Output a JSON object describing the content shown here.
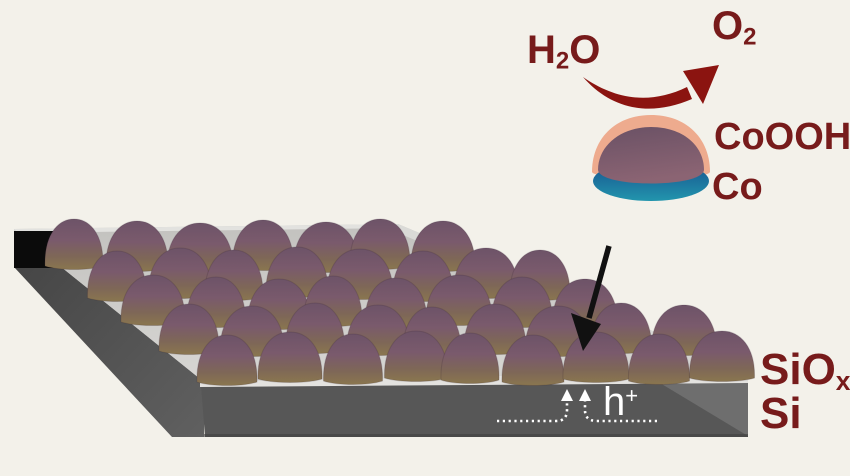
{
  "scene": {
    "title": "Co nanoparticle water-oxidation photoanode schematic",
    "background": "#f3f1ea",
    "labels": {
      "h2o": {
        "main": "H",
        "sub": "2",
        "tail": "O"
      },
      "o2": {
        "main": "O",
        "sub": "2"
      },
      "coooh": "CoOOH",
      "co": "Co",
      "siox": {
        "main": "SiO",
        "sub": "x"
      },
      "si": "Si",
      "holes": {
        "main": "h",
        "sup": "+"
      }
    },
    "icons": {
      "reaction_arrow": "curved-arrow-icon",
      "pointer_arrow": "down-left-arrow-icon",
      "hole_arrows": "dashed-up-arrows-icon"
    },
    "colors": {
      "background": "#f3f1ea",
      "label_maroon": "#771b1b",
      "reaction_arrow_red": "#8b1410",
      "pointer_arrow_black": "#111111",
      "hole_arrow_white": "#ffffff",
      "shell_pink": "#eeab8e",
      "core_purple_top": "#6a5165",
      "core_purple_bottom": "#8b6473",
      "base_blue_top": "#17508d",
      "base_blue_bottom": "#2295ad",
      "particle_top": "#6d5368",
      "particle_mid": "#7a5a6c",
      "particle_low": "#7e6757",
      "particle_bottom": "#8a764f",
      "slab_top_back": "#c3c2bf",
      "slab_top_front": "#d7d6d3",
      "oxide_band": "#e3e2df",
      "oxide_band_edge": "#dadad7",
      "slab_front": "#575757",
      "slab_front_light": "#6e6e6e",
      "slab_side_dark": "#434343",
      "slab_side_light": "#606060",
      "slab_end_black": "#0b0b0b"
    }
  }
}
